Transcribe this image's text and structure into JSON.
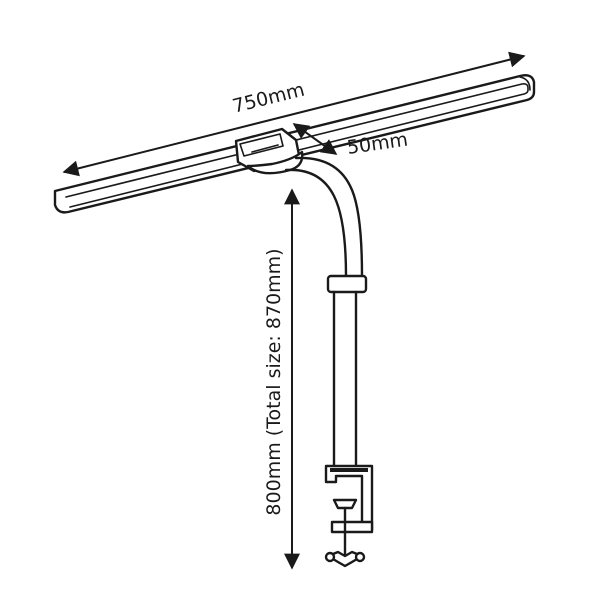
{
  "dimensions": {
    "length_label": "750mm",
    "width_label": "50mm",
    "height_label": "800mm (Total size: 870mm)"
  },
  "colors": {
    "ink": "#1a1a1a",
    "background": "#ffffff"
  }
}
